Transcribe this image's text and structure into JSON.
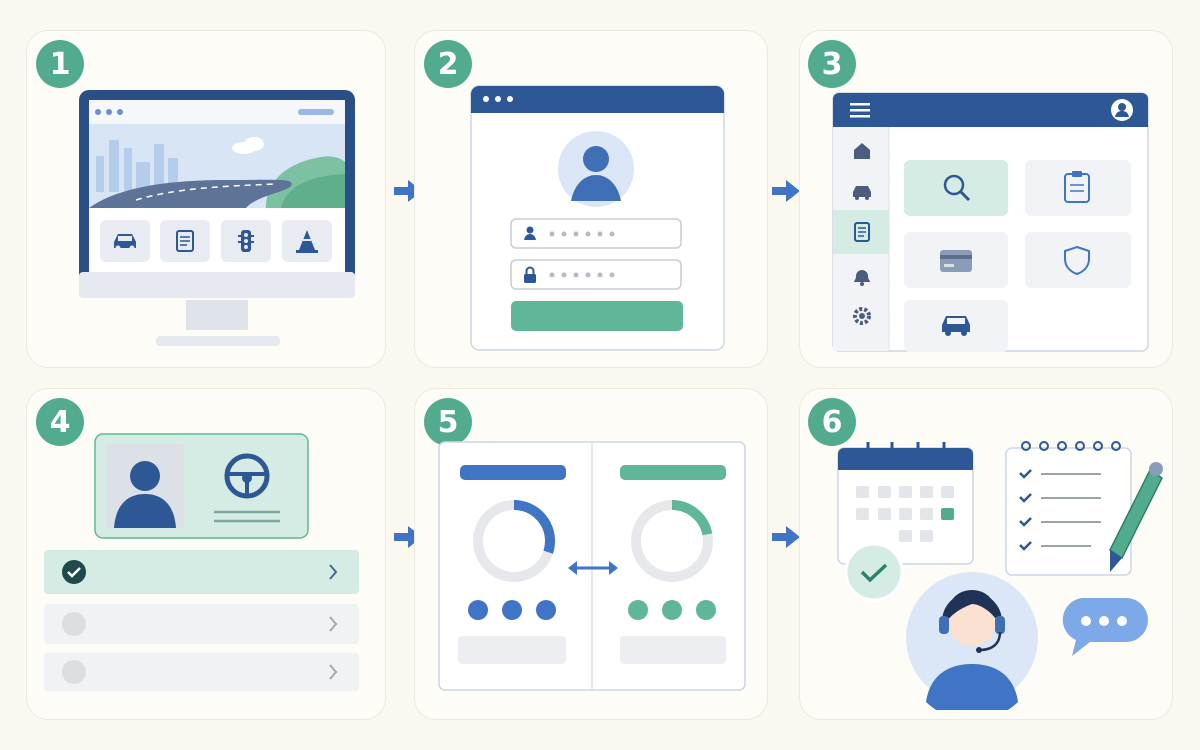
{
  "steps": [
    {
      "number": "1",
      "name": "visit-website"
    },
    {
      "number": "2",
      "name": "login"
    },
    {
      "number": "3",
      "name": "dashboard"
    },
    {
      "number": "4",
      "name": "license-verification"
    },
    {
      "number": "5",
      "name": "compare-options"
    },
    {
      "number": "6",
      "name": "schedule-and-support"
    }
  ],
  "step4": {
    "checklist_states": [
      "complete",
      "pending",
      "pending"
    ]
  },
  "step5": {
    "left_progress": 0.3,
    "right_progress": 0.22
  },
  "colors": {
    "badge": "#52ab8f",
    "primary_blue": "#2e5795",
    "accent_blue": "#3f75c4",
    "mint": "#d4ece3",
    "green_button": "#5fb698",
    "arrow": "#3f75c4"
  }
}
